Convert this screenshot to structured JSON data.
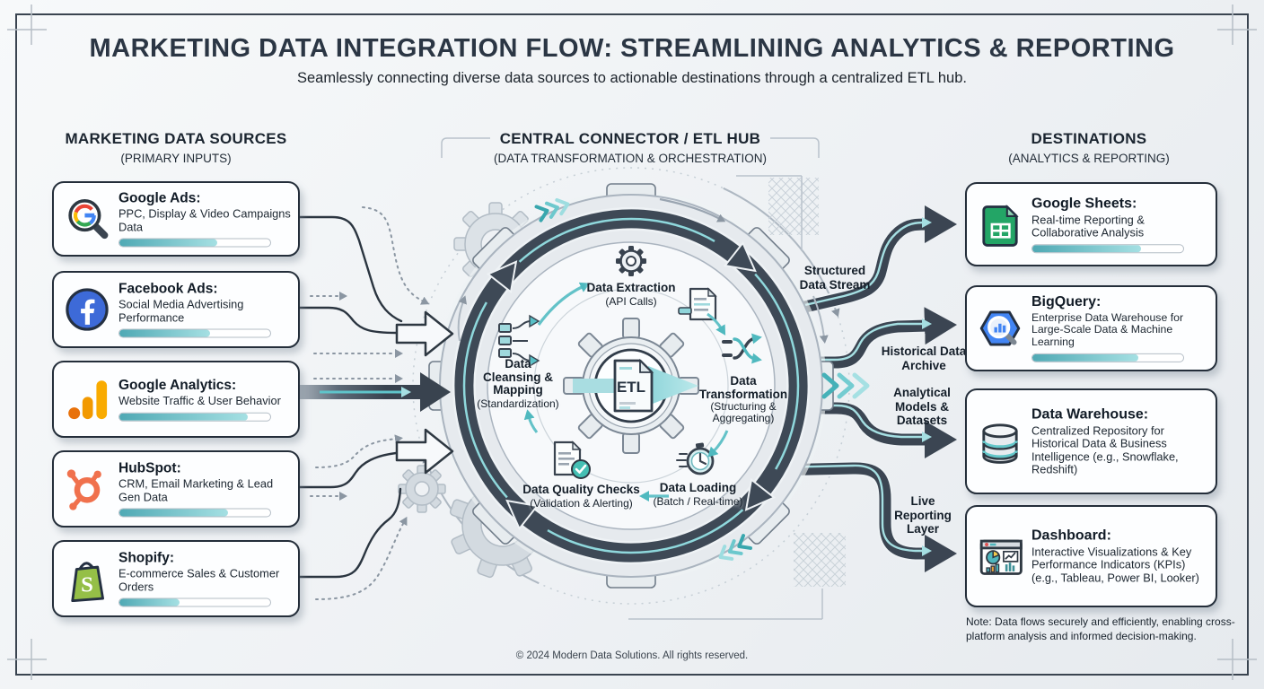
{
  "page": {
    "title": "MARKETING DATA INTEGRATION FLOW: STREAMLINING ANALYTICS & REPORTING",
    "subtitle": "Seamlessly connecting diverse data sources to actionable destinations through a centralized ETL hub.",
    "footer": "© 2024 Modern Data Solutions. All rights reserved."
  },
  "colors": {
    "accent_teal": "#4fb9bf",
    "dark_slate": "#3b4552",
    "card_border": "#242e3a",
    "background": "#eef1f4"
  },
  "sources": {
    "header": "MARKETING DATA SOURCES",
    "subheader": "(PRIMARY INPUTS)",
    "items": [
      {
        "icon": "google-ads-icon",
        "title": "Google Ads:",
        "description": "PPC, Display & Video Campaigns Data",
        "progress": 65
      },
      {
        "icon": "facebook-ads-icon",
        "title": "Facebook Ads:",
        "description": "Social Media Advertising Performance",
        "progress": 60
      },
      {
        "icon": "google-analytics-icon",
        "title": "Google Analytics:",
        "description": "Website Traffic & User Behavior",
        "progress": 85
      },
      {
        "icon": "hubspot-icon",
        "title": "HubSpot:",
        "description": "CRM, Email Marketing & Lead Gen Data",
        "progress": 72
      },
      {
        "icon": "shopify-icon",
        "title": "Shopify:",
        "description": "E-commerce Sales & Customer Orders",
        "progress": 40
      }
    ]
  },
  "hub": {
    "header": "CENTRAL CONNECTOR / ETL HUB",
    "subheader": "(DATA TRANSFORMATION & ORCHESTRATION)",
    "core_label": "ETL",
    "stages": [
      {
        "icon": "gear-icon",
        "title": "Data Extraction",
        "detail": "(API Calls)"
      },
      {
        "icon": "shuffle-icon",
        "title": "Data Transformation",
        "detail": "(Structuring & Aggregating)"
      },
      {
        "icon": "stopwatch-icon",
        "title": "Data Loading",
        "detail": "(Batch / Real-time)"
      },
      {
        "icon": "document-check-icon",
        "title": "Data Quality Checks",
        "detail": "(Validation & Alerting)"
      },
      {
        "icon": "mapping-icon",
        "title": "Data Cleansing & Mapping",
        "detail": "(Standardization)"
      }
    ]
  },
  "streams": {
    "labels": [
      "Structured Data Stream",
      "Historical Data Archive",
      "Analytical Models & Datasets",
      "Live Reporting Layer"
    ]
  },
  "destinations": {
    "header": "DESTINATIONS",
    "subheader": "(ANALYTICS & REPORTING)",
    "items": [
      {
        "icon": "google-sheets-icon",
        "title": "Google Sheets:",
        "description": "Real-time Reporting & Collaborative Analysis",
        "progress": 72
      },
      {
        "icon": "bigquery-icon",
        "title": "BigQuery:",
        "description": "Enterprise Data Warehouse for Large-Scale Data & Machine Learning",
        "progress": 70
      },
      {
        "icon": "data-warehouse-icon",
        "title": "Data Warehouse:",
        "description": "Centralized Repository for Historical Data & Business Intelligence (e.g., Snowflake, Redshift)"
      },
      {
        "icon": "dashboard-icon",
        "title": "Dashboard:",
        "description": "Interactive Visualizations & Key Performance Indicators (KPIs) (e.g., Tableau, Power BI, Looker)"
      }
    ],
    "note": "Note: Data flows securely and efficiently, enabling cross-platform analysis and informed decision-making."
  }
}
